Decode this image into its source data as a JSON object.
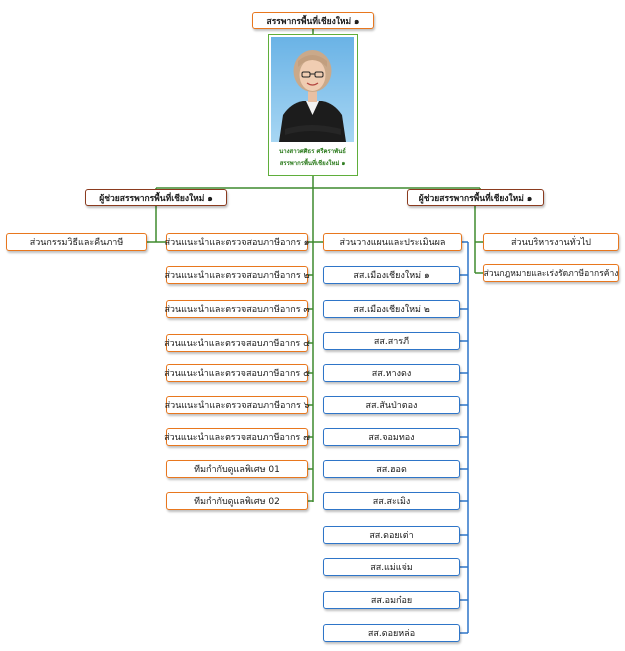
{
  "top_title": "สรรพากรพื้นที่เชียงใหม่ ๑",
  "director": {
    "name": "นางสาวศศิธร  ศรีคราพันธ์",
    "position": "สรรพากรพื้นที่เชียงใหม่ ๑"
  },
  "assistants": {
    "left": "ผู้ช่วยสรรพากรพื้นที่เชียงใหม่ ๑",
    "right": "ผู้ช่วยสรรพากรพื้นที่เชียงใหม่ ๑"
  },
  "left_unit": "ส่วนกรรมวิธีและคืนภาษี",
  "audit_units": [
    "ส่วนแนะนำและตรวจสอบภาษีอากร ๑",
    "ส่วนแนะนำและตรวจสอบภาษีอากร ๒",
    "ส่วนแนะนำและตรวจสอบภาษีอากร ๓",
    "ส่วนแนะนำและตรวจสอบภาษีอากร ๔",
    "ส่วนแนะนำและตรวจสอบภาษีอากร ๕",
    "ส่วนแนะนำและตรวจสอบภาษีอากร ๖",
    "ส่วนแนะนำและตรวจสอบภาษีอากร ๗",
    "ทีมกำกับดูแลพิเศษ 01",
    "ทีมกำกับดูแลพิเศษ 02"
  ],
  "planning_unit": "ส่วนวางแผนและประเมินผล",
  "branch_offices": [
    "สส.เมืองเชียงใหม่ ๑",
    "สส.เมืองเชียงใหม่ ๒",
    "สส.สารภี",
    "สส.หางดง",
    "สส.สันป่าตอง",
    "สส.จอมทอง",
    "สส.ฮอด",
    "สส.สะเมิง",
    "สส.ดอยเต่า",
    "สส.แม่แจ่ม",
    "สส.อมก๋อย",
    "สส.ดอยหล่อ"
  ],
  "right_units": [
    "ส่วนบริหารงานทั่วไป",
    "ส่วนกฎหมายและเร่งรัดภาษีอากรค้าง"
  ],
  "colors": {
    "green_line": "#3f8a2e",
    "blue_line": "#2e75c8",
    "orange_border": "#e8771e",
    "brown_border": "#8b3b1f"
  }
}
